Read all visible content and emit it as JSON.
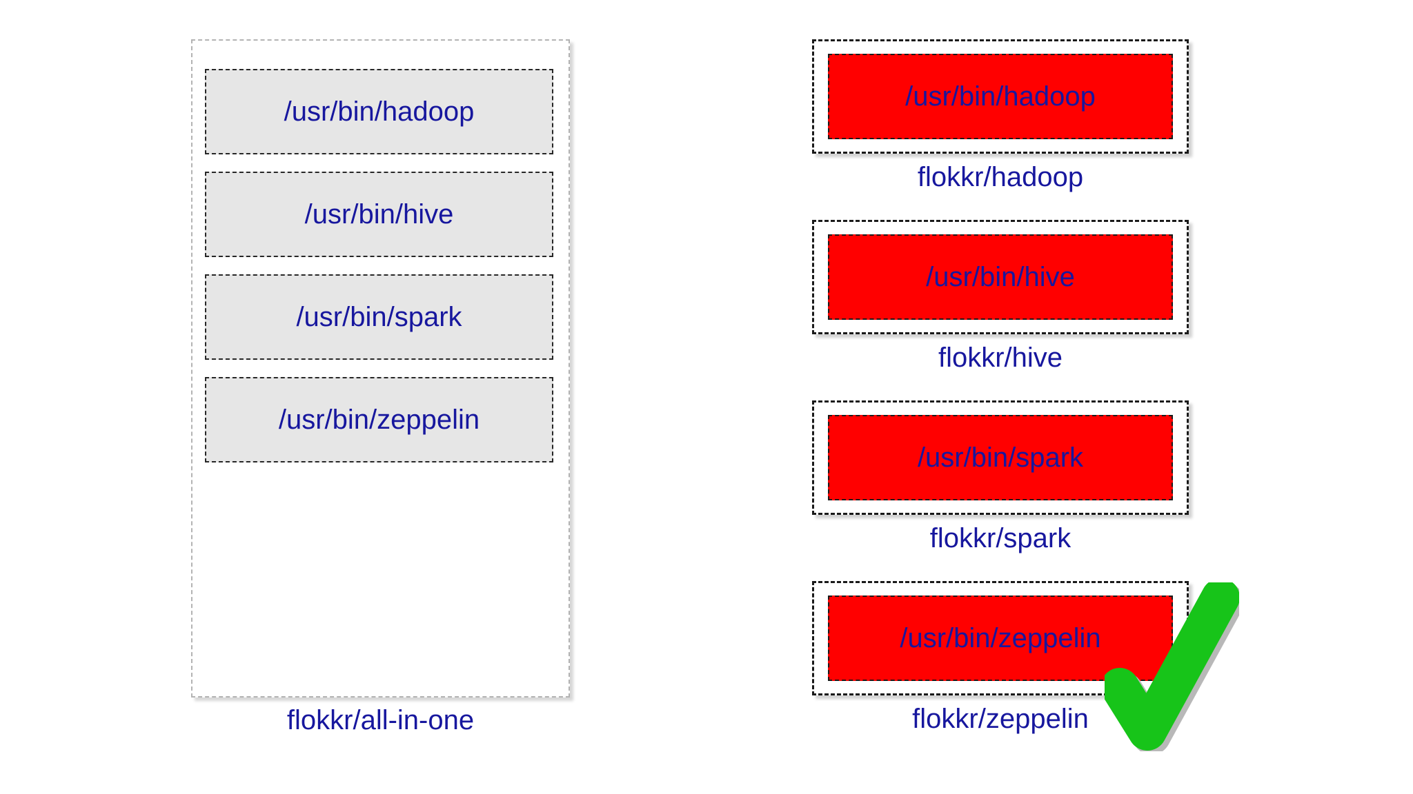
{
  "diagram": {
    "title_left": "flokkr/all-in-one",
    "colors": {
      "text_blue": "#17179e",
      "box_red": "#ff0000",
      "box_gray": "#e6e6e6",
      "check_green": "#17c419",
      "border_dark": "#1a1a1a",
      "border_light": "#b3b3b3"
    },
    "all_in_one": {
      "caption": "flokkr/all-in-one",
      "items": [
        {
          "label": "/usr/bin/hadoop"
        },
        {
          "label": "/usr/bin/hive"
        },
        {
          "label": "/usr/bin/spark"
        },
        {
          "label": "/usr/bin/zeppelin"
        }
      ]
    },
    "components": [
      {
        "binary": "/usr/bin/hadoop",
        "caption": "flokkr/hadoop",
        "checked": false
      },
      {
        "binary": "/usr/bin/hive",
        "caption": "flokkr/hive",
        "checked": false
      },
      {
        "binary": "/usr/bin/spark",
        "caption": "flokkr/spark",
        "checked": false
      },
      {
        "binary": "/usr/bin/zeppelin",
        "caption": "flokkr/zeppelin",
        "checked": true
      }
    ],
    "check_icon": "check-mark-icon"
  }
}
